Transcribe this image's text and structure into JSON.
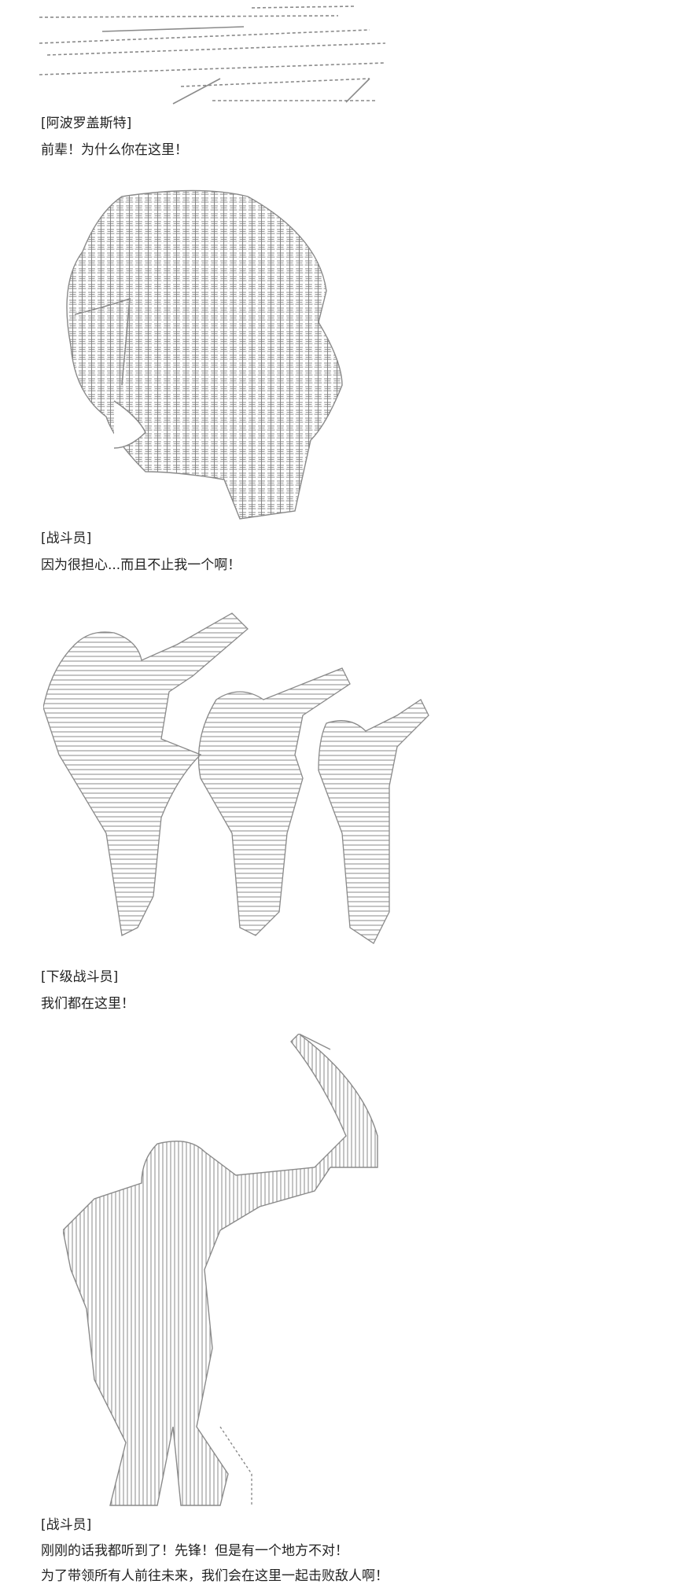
{
  "blocks": [
    {
      "speaker": "[阿波罗盖斯特]",
      "line": "前辈！为什么你在这里！"
    },
    {
      "speaker": "[战斗员]",
      "line": "因为很担心...而且不止我一个啊！"
    },
    {
      "speaker": "[下级战斗员]",
      "line": "我们都在这里！"
    },
    {
      "speaker": "[战斗员]",
      "lines": [
        "刚刚的话我都听到了！先锋！但是有一个地方不对！",
        "为了带领所有人前往未来，我们会在这里一起击败敌人啊！"
      ]
    }
  ],
  "art": [
    {
      "name": "ascii-art-road-scene"
    },
    {
      "name": "ascii-art-tilted-head"
    },
    {
      "name": "ascii-art-three-raised-arms"
    },
    {
      "name": "ascii-art-figure-raising-fist"
    }
  ]
}
